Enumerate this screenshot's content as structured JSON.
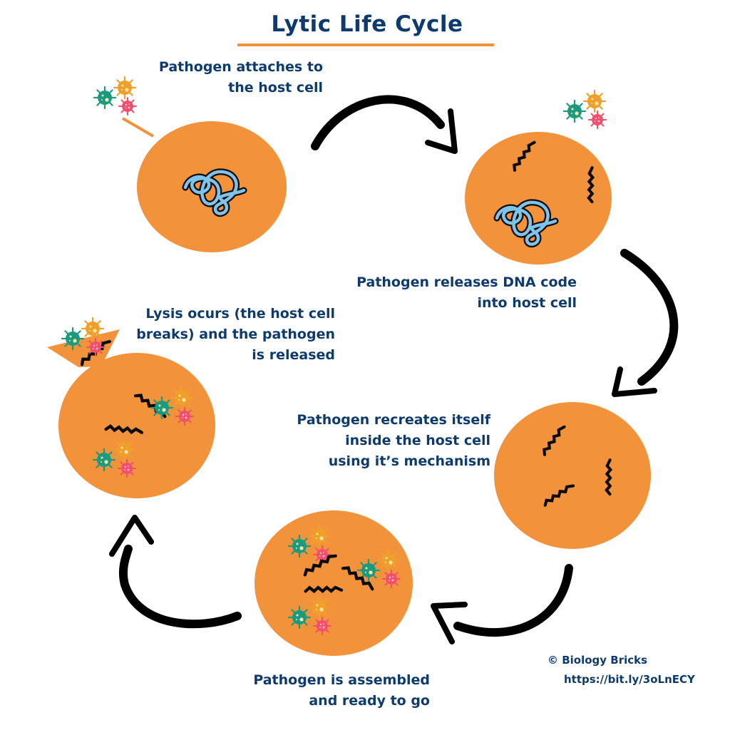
{
  "title": "Lytic Life Cycle",
  "colors": {
    "title_text": "#0d3b6e",
    "accent_underline": "#f0923a",
    "cell_fill": "#f2923a",
    "arrow": "#000000",
    "dna_strand": "#7dc3ea",
    "virus_green": "#1a9b80",
    "virus_orange": "#f0a02a",
    "virus_pink": "#f0506e"
  },
  "steps": [
    {
      "id": "attach",
      "lines": [
        "Pathogen attaches to",
        "the host cell"
      ]
    },
    {
      "id": "release-dna",
      "lines": [
        "Pathogen releases DNA code",
        "into  host cell"
      ]
    },
    {
      "id": "replicate",
      "lines": [
        "Pathogen recreates itself",
        "inside the host cell",
        "using it’s mechanism"
      ]
    },
    {
      "id": "assemble",
      "lines": [
        "Pathogen is assembled",
        "and ready to go"
      ]
    },
    {
      "id": "lysis",
      "lines": [
        "Lysis ocurs (the host cell",
        "breaks) and the pathogen",
        "is released"
      ]
    }
  ],
  "credit": {
    "owner": "© Biology Bricks",
    "link": "https://bit.ly/3oLnECY"
  }
}
